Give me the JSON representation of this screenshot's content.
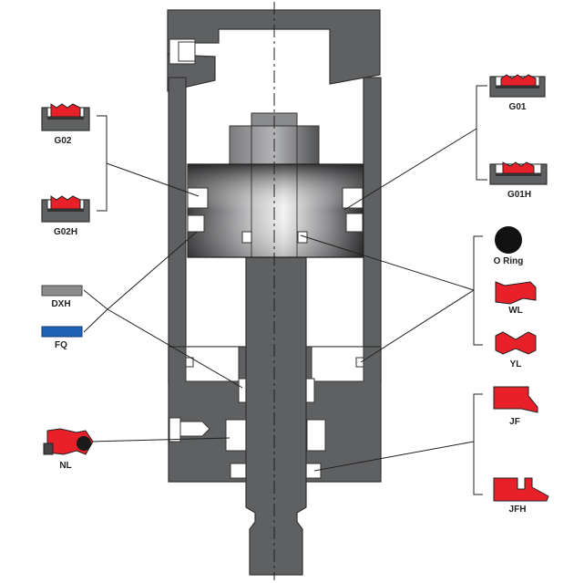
{
  "labels": {
    "g02": "G02",
    "g02h": "G02H",
    "dxh": "DXH",
    "fq": "FQ",
    "nl": "NL",
    "g01": "G01",
    "g01h": "G01H",
    "oring": "O  Ring",
    "wl": "WL",
    "yl": "YL",
    "jf": "JF",
    "jfh": "JFH"
  },
  "colors": {
    "seal_red": "#e8202a",
    "body_grey": "#5f6062",
    "dxh_grey": "#8c8c8c",
    "fq_blue": "#1f63b6",
    "line": "#222222"
  }
}
